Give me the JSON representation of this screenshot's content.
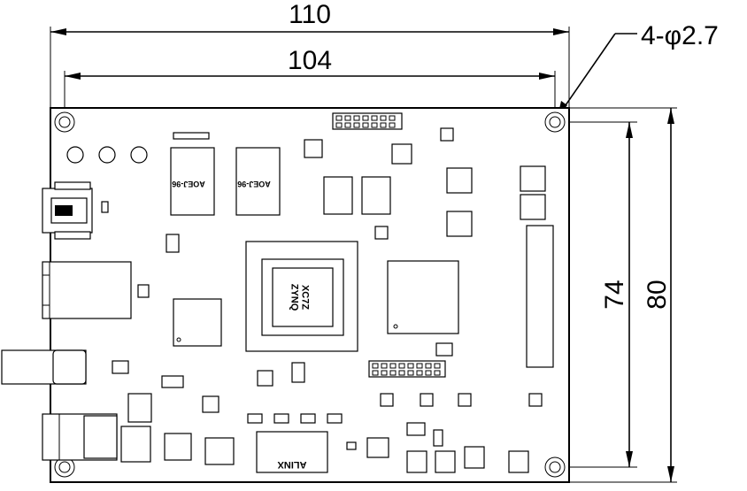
{
  "dimensions": {
    "overall_width": "110",
    "hole_span_width": "104",
    "hole_span_height": "74",
    "overall_height": "80",
    "mount_holes": "4-φ2.7"
  },
  "components": {
    "fpga_chip_label": "XC7Z\nZYNQ",
    "ddr_left_label": "AOEJ-96",
    "ddr_right_label": "AOEJ-96",
    "logo_label": "ALINX"
  }
}
